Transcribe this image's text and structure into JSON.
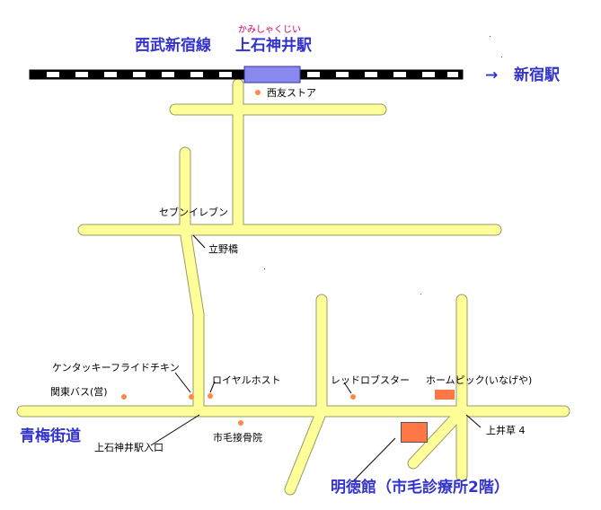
{
  "colors": {
    "road_fill": "#ffff99",
    "road_edge": "#999966",
    "rail_dark": "#000000",
    "rail_light": "#ffffff",
    "station": "#8888ee",
    "poi_dot": "#ff8844",
    "building": "#ff7744",
    "title_text": "#3333cc",
    "furigana": "#cc0066"
  },
  "railway": {
    "line_name": "西武新宿線",
    "station_name": "上石神井駅",
    "station_furigana": "かみしゃくじい",
    "direction_arrow": "→",
    "direction_label": "新宿駅"
  },
  "roads": {
    "main_road": "青梅街道"
  },
  "places": {
    "seiyu": "西友ストア",
    "seven_eleven": "セブンイレブン",
    "tatenobashi": "立野橋",
    "kfc": "ケンタッキーフライドチキン",
    "kanto_bus": "関東バス(営)",
    "royal_host": "ロイヤルホスト",
    "red_lobster": "レッドロブスター",
    "homepick": "ホームピック(いなげや)",
    "station_entrance": "上石神井駅入口",
    "ichige_clinic": "市毛接骨院",
    "kamiigusa": "上井草 4"
  },
  "destination": {
    "label": "明徳館（市毛診療所2階）"
  }
}
